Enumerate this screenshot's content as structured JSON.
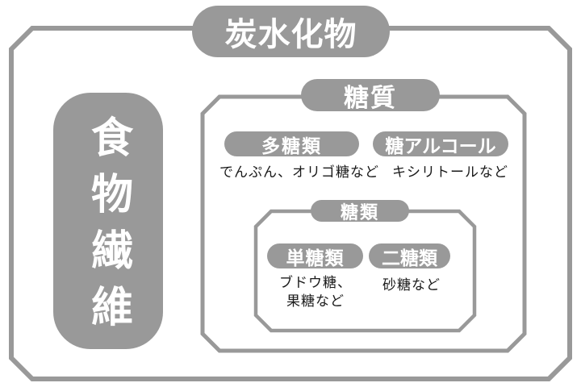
{
  "colors": {
    "frame_gray": "#999999",
    "pill_gray": "#999999",
    "pill_text": "#ffffff",
    "note_text": "#1a1a1a",
    "background": "#ffffff"
  },
  "diagram": {
    "root": {
      "label": "炭水化物"
    },
    "fiber": {
      "label": "食物繊維"
    },
    "sugars": {
      "label": "糖質",
      "groups": [
        {
          "label": "多糖類",
          "note": "でんぷん、オリゴ糖など"
        },
        {
          "label": "糖アルコール",
          "note": "キシリトールなど"
        }
      ],
      "saccharides": {
        "label": "糖類",
        "groups": [
          {
            "label": "単糖類",
            "note": "ブドウ糖、\n果糖など"
          },
          {
            "label": "二糖類",
            "note": "砂糖など"
          }
        ]
      }
    }
  }
}
